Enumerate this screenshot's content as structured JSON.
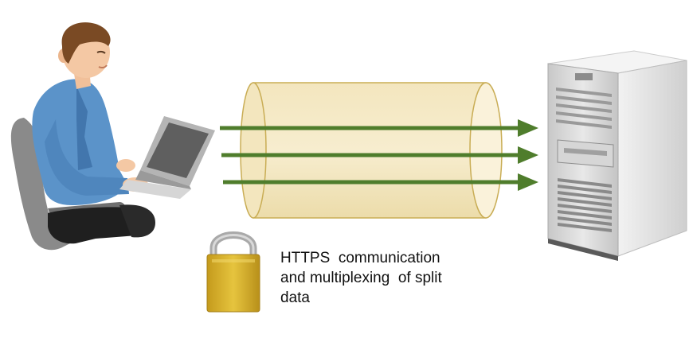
{
  "caption": {
    "line1": "HTTPS  communication",
    "line2": "and multiplexing  of split",
    "line3": "data"
  },
  "colors": {
    "arrow": "#4f7d2c",
    "tunnel_fill": "#f1e3b7",
    "tunnel_stroke": "#c9ad55",
    "padlock_body": "#d8b42e",
    "padlock_shackle": "#a9a9a9",
    "shirt": "#5b93c9",
    "server": "#e4e4e4"
  },
  "icons": {
    "user": "person-at-laptop-icon",
    "lock": "padlock-icon",
    "server": "server-tower-icon"
  }
}
